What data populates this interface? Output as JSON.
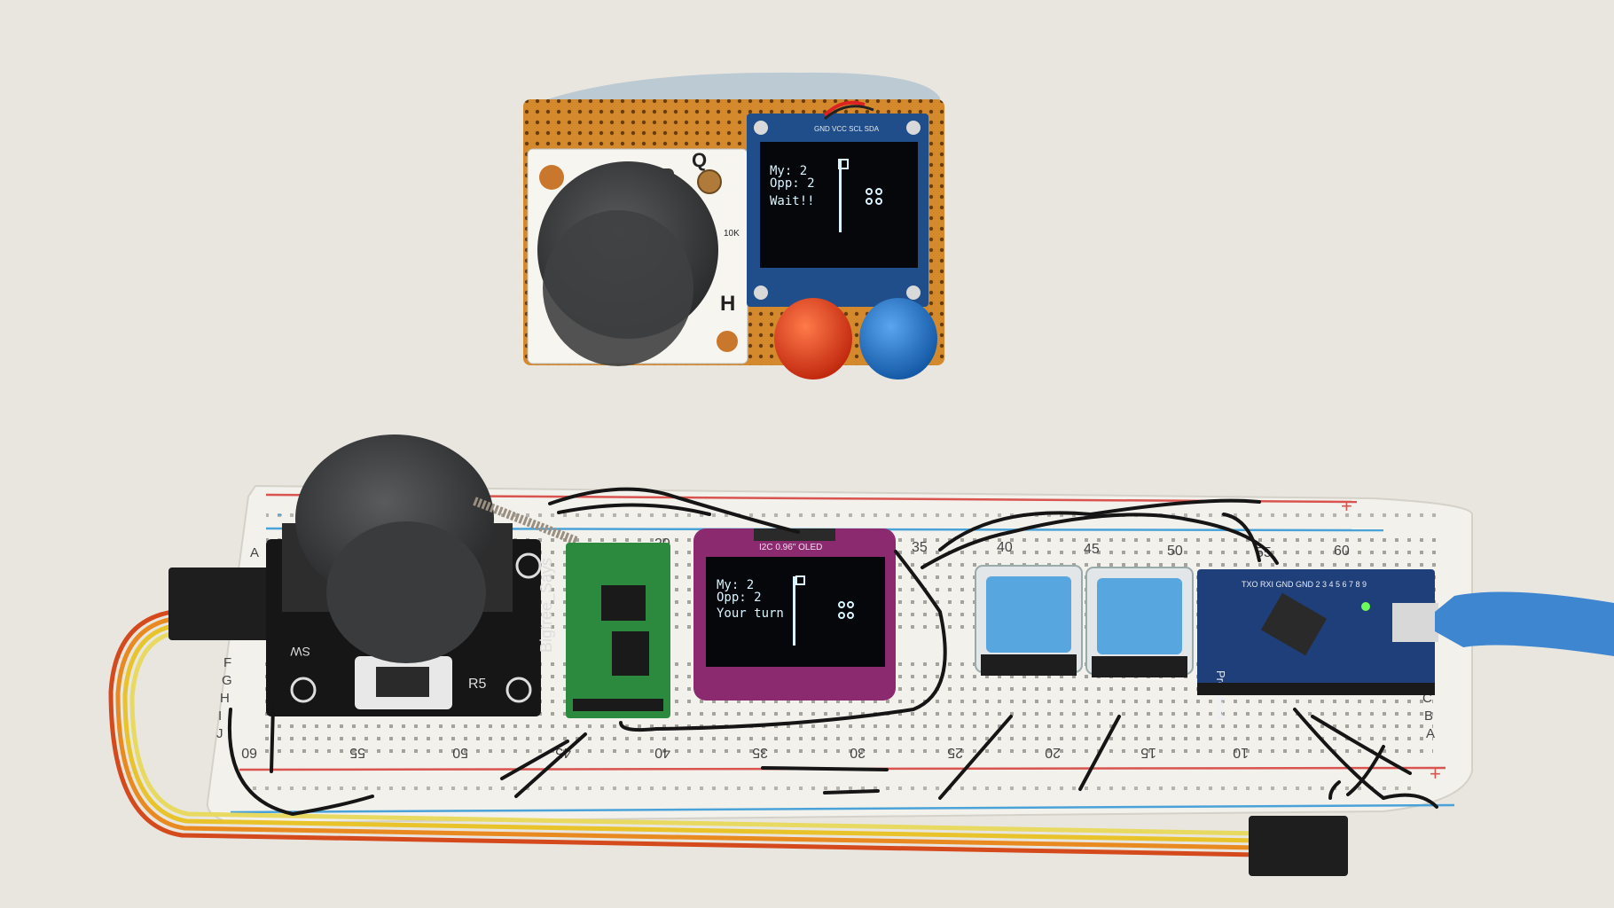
{
  "top_device": {
    "screen": {
      "line1": "My: 2",
      "line2": "Opp: 2",
      "line3": "Wait!!"
    },
    "header_pins": "GND VCC SCL SDA",
    "board_marks": {
      "q": "Q",
      "h": "H",
      "resistor": "10K"
    }
  },
  "bottom_device": {
    "screen": {
      "line1": "My: 2",
      "line2": "Opp: 2",
      "line3": "Your turn"
    },
    "oled_label": "I2C 0.96\" OLED",
    "joystick_module": {
      "brand": "Bigtree_Says",
      "resistor": "R5",
      "sw": "SW"
    },
    "arduino_label": "Pro Micro",
    "arduino_pins": "TXO RXI GND GND 2 3 4 5 6 7 8 9",
    "breadboard": {
      "top_numbers": [
        "20",
        "35",
        "40",
        "45",
        "50",
        "55",
        "60"
      ],
      "bottom_numbers": [
        "60",
        "55",
        "50",
        "45",
        "40",
        "35",
        "30",
        "25",
        "20",
        "15",
        "10"
      ],
      "rows_left": [
        "A",
        "F",
        "G",
        "H",
        "I",
        "J"
      ],
      "rows_right": [
        "C",
        "B",
        "A"
      ],
      "plus": "+",
      "minus": "-"
    }
  },
  "colors": {
    "background": "#e9e6e0",
    "breadboard": "#f3f1ec",
    "red_rail": "#d9534f",
    "blue_rail": "#4aa3d8",
    "oled_pcb": "#8b2a6e",
    "arduino_pcb": "#1f3f7a",
    "button_red": "#e8401e",
    "button_blue": "#1f6fc4",
    "tact_blue": "#58a6e0",
    "perfboard": "#d48a2c"
  }
}
